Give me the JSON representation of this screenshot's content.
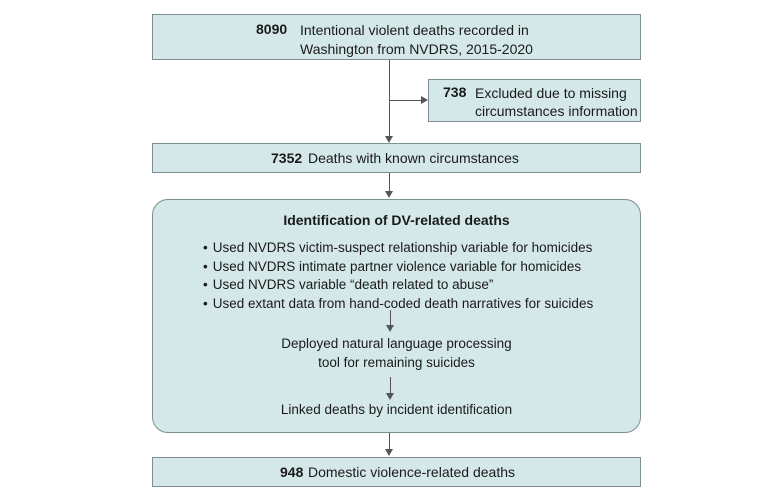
{
  "total": {
    "count": "8090",
    "text_line1": "Intentional violent deaths recorded in",
    "text_line2": "Washington from NVDRS, 2015-2020"
  },
  "excluded": {
    "count": "738",
    "text_line1": "Excluded due to missing",
    "text_line2": "circumstances information"
  },
  "known": {
    "count": "7352",
    "text": "Deaths with known circumstances"
  },
  "identification": {
    "title": "Identification of DV-related deaths",
    "bullets": [
      "Used NVDRS victim-suspect relationship variable for homicides",
      "Used NVDRS intimate partner violence variable for homicides",
      "Used NVDRS variable “death related to abuse”",
      "Used extant data from hand-coded death narratives for suicides"
    ],
    "nlp_line1": "Deployed natural language processing",
    "nlp_line2": "tool for remaining suicides",
    "link_step": "Linked deaths by incident identification"
  },
  "final": {
    "count": "948",
    "text": "Domestic violence-related deaths"
  }
}
